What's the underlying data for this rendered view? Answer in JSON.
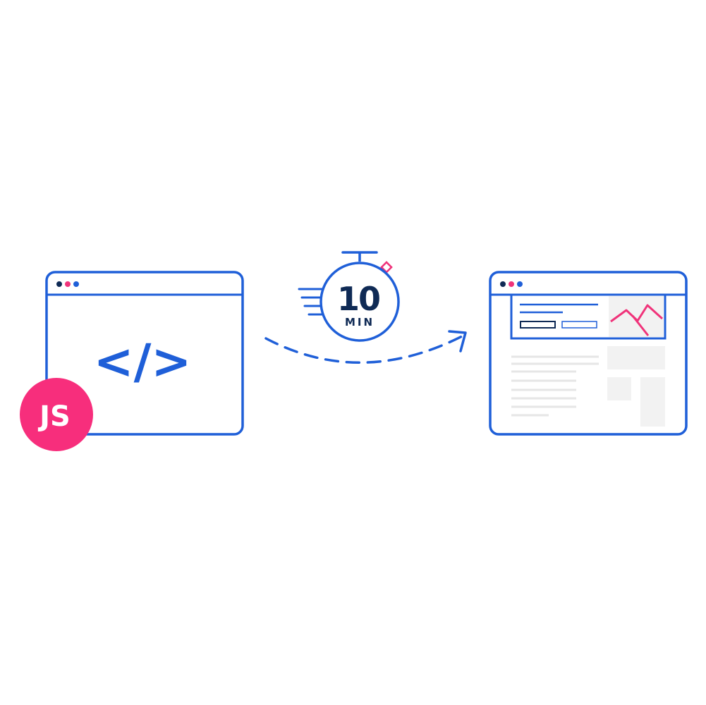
{
  "badge": {
    "label": "JS"
  },
  "code_symbol": "</>",
  "timer": {
    "value": "10",
    "unit": "MIN"
  },
  "colors": {
    "primary_blue": "#1f5fd8",
    "accent_pink": "#f0337a",
    "dark_navy": "#0f2a55",
    "placeholder_gray": "#f2f2f2",
    "line_gray": "#e6e6e6",
    "background": "#ffffff"
  },
  "icons": {
    "source_window": "browser-window-icon",
    "code": "code-brackets-icon",
    "timer": "stopwatch-icon",
    "arrow": "dashed-curved-arrow-icon",
    "result_window": "website-preview-icon",
    "image": "mountain-image-icon"
  }
}
